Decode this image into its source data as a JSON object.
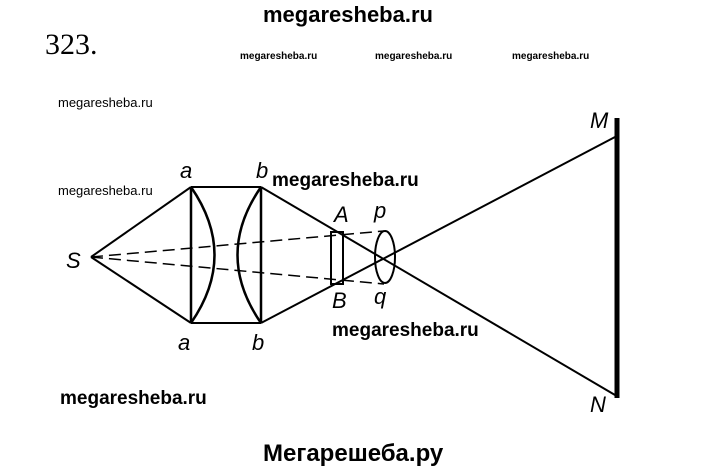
{
  "header_watermark": "megaresheba.ru",
  "problem_number": "323.",
  "small_watermarks": [
    "megaresheba.ru",
    "megaresheba.ru",
    "megaresheba.ru"
  ],
  "side_watermarks": [
    "megaresheba.ru",
    "megaresheba.ru"
  ],
  "diagram_watermarks": [
    "megaresheba.ru",
    "megaresheba.ru",
    "megaresheba.ru"
  ],
  "footer": "Мегарешеба.ру",
  "labels": {
    "S": "S",
    "a_top": "a",
    "a_bottom": "a",
    "b_top": "b",
    "b_bottom": "b",
    "A": "A",
    "B": "B",
    "p": "p",
    "q": "q",
    "M": "M",
    "N": "N"
  }
}
